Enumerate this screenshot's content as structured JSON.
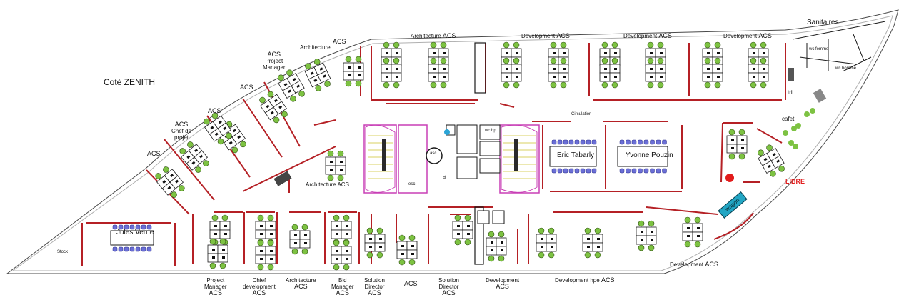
{
  "plan": {
    "side_label": "Coté ZENITH",
    "sanitaires_label": "Sanitaires",
    "libre_label": "LIBRE",
    "tri_label": "tri",
    "cafet_label": "cafet",
    "circulation_label": "Circulation",
    "stock_label": "Stock",
    "wagon_label": "wagon",
    "rooms": {
      "eric": "Eric Tabarly",
      "yvonne": "Yvonne Pouzin",
      "jules": "Jules Verne"
    },
    "top_zones": {
      "architecture": "Architecture",
      "dev1": "Development",
      "dev2": "Development",
      "dev3": "Development",
      "acs": "ACS"
    },
    "left_zones": {
      "architecture_top": "Architecture",
      "project_manager_a": "ACS",
      "project_manager_b": "Project",
      "project_manager_c": "Manager",
      "acs_1": "ACS",
      "acs_2": "ACS",
      "acs_top": "ACS",
      "chef_a": "ACS",
      "chef_b": "Chef de",
      "chef_c": "projet",
      "acs_left": "ACS",
      "architecture_center": "Architecture ACS"
    },
    "bottom_zones": [
      {
        "l1": "Project",
        "l2": "Manager",
        "l3": "ACS"
      },
      {
        "l1": "Chief",
        "l2": "development",
        "l3": "ACS"
      },
      {
        "l1": "Architecture",
        "l2": "",
        "l3": "ACS"
      },
      {
        "l1": "Bid",
        "l2": "Manager",
        "l3": "ACS"
      },
      {
        "l1": "Solution",
        "l2": "Director",
        "l3": "ACS"
      },
      {
        "l1": "",
        "l2": "",
        "l3": "ACS"
      },
      {
        "l1": "Solution",
        "l2": "Director",
        "l3": "ACS"
      },
      {
        "l1": "Development",
        "l2": "",
        "l3": "ACS"
      }
    ],
    "bottom_right": {
      "dev_hpe": "Development hpe",
      "dev_hpe_acs": "ACS",
      "dev": "Development",
      "dev_acs": "ACS"
    },
    "small_labels": {
      "wc_femme": "wc femme",
      "wc_homme": "wc homme",
      "wc_hp": "wc hp",
      "ascenseur": "asc",
      "escalier": "esc"
    },
    "colors": {
      "wall_red": "#b52025",
      "outline": "#1a1a1a",
      "chair": "#7dc242",
      "room_chair": "#6b6fd6",
      "stair_magenta": "#c83fb6",
      "room_table": "#ffffff",
      "teal": "#22a6c4"
    }
  }
}
